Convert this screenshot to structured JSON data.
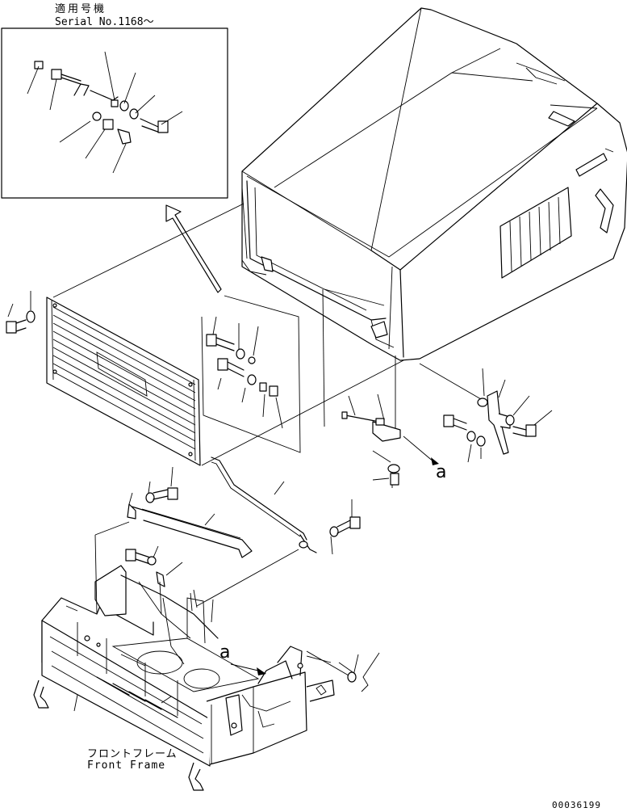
{
  "inset": {
    "title_jp": "適用号機",
    "serial": "Serial No.1168～"
  },
  "front_frame": {
    "label_jp": "フロントフレーム",
    "label_en": "Front Frame"
  },
  "connection_refs": [
    "a",
    "a"
  ],
  "figure_number": "00036199"
}
